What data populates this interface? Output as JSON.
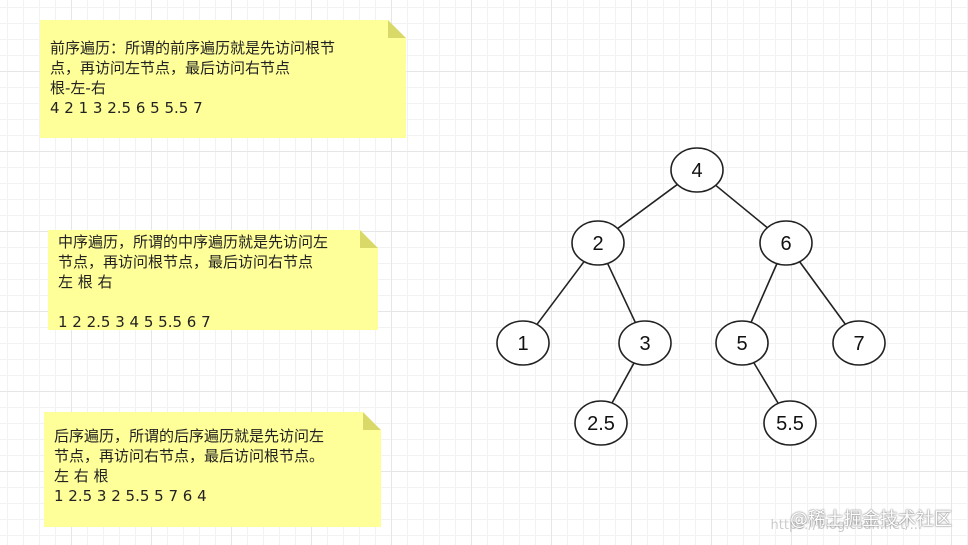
{
  "notes": {
    "preorder": {
      "lines": [
        "前序遍历：所谓的前序遍历就是先访问根节",
        "点，再访问左节点，最后访问右节点",
        "根-左-右",
        "4 2 1 3 2.5 6 5 5.5 7"
      ]
    },
    "inorder": {
      "lines": [
        "中序遍历，所谓的中序遍历就是先访问左",
        "节点，再访问根节点，最后访问右节点",
        "左 根 右",
        "",
        "1 2 2.5 3 4 5 5.5 6 7"
      ]
    },
    "postorder": {
      "lines": [
        "后序遍历，所谓的后序遍历就是先访问左",
        "节点，再访问右节点，最后访问根节点。",
        "左 右 根",
        "1 2.5 3 2 5.5 5 7 6 4"
      ]
    }
  },
  "tree": {
    "nodes": [
      {
        "id": "n4",
        "label": "4"
      },
      {
        "id": "n2",
        "label": "2"
      },
      {
        "id": "n6",
        "label": "6"
      },
      {
        "id": "n1",
        "label": "1"
      },
      {
        "id": "n3",
        "label": "3"
      },
      {
        "id": "n5",
        "label": "5"
      },
      {
        "id": "n7",
        "label": "7"
      },
      {
        "id": "n25",
        "label": "2.5"
      },
      {
        "id": "n55",
        "label": "5.5"
      }
    ],
    "edges": [
      [
        "n4",
        "n2"
      ],
      [
        "n4",
        "n6"
      ],
      [
        "n2",
        "n1"
      ],
      [
        "n2",
        "n3"
      ],
      [
        "n6",
        "n5"
      ],
      [
        "n6",
        "n7"
      ],
      [
        "n3",
        "n25"
      ],
      [
        "n5",
        "n55"
      ]
    ]
  },
  "watermark": {
    "text": "@稀土掘金技术社区",
    "faint": "https://blog.csdn.net/..."
  }
}
